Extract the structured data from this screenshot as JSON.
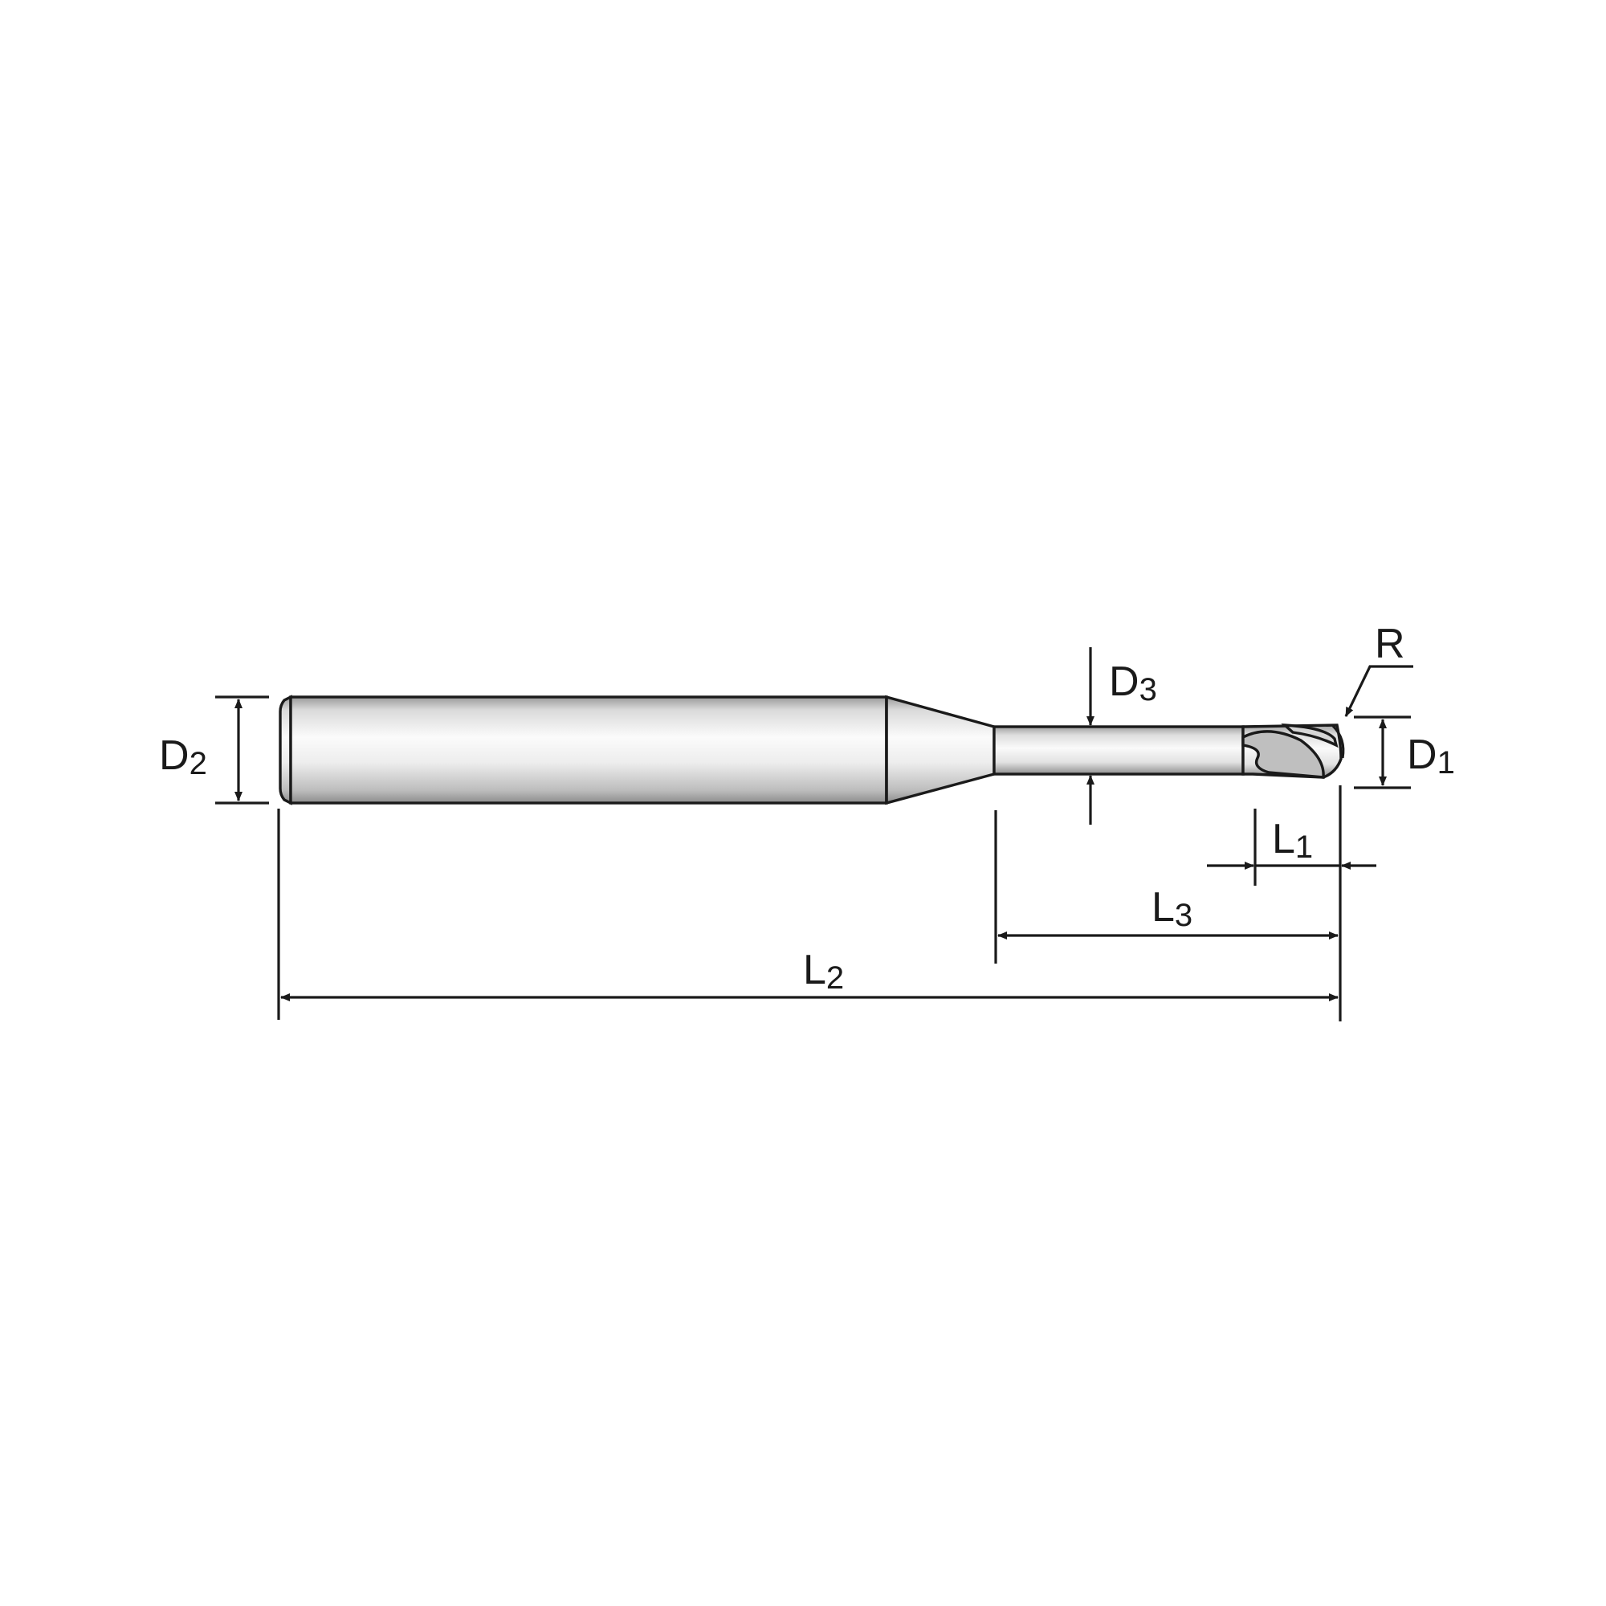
{
  "labels": {
    "d2": {
      "main": "D",
      "sub": "2"
    },
    "d3": {
      "main": "D",
      "sub": "3"
    },
    "d1": {
      "main": "D",
      "sub": "1"
    },
    "r": {
      "main": "R"
    },
    "l1": {
      "main": "L",
      "sub": "1"
    },
    "l3": {
      "main": "L",
      "sub": "3"
    },
    "l2": {
      "main": "L",
      "sub": "2"
    }
  }
}
